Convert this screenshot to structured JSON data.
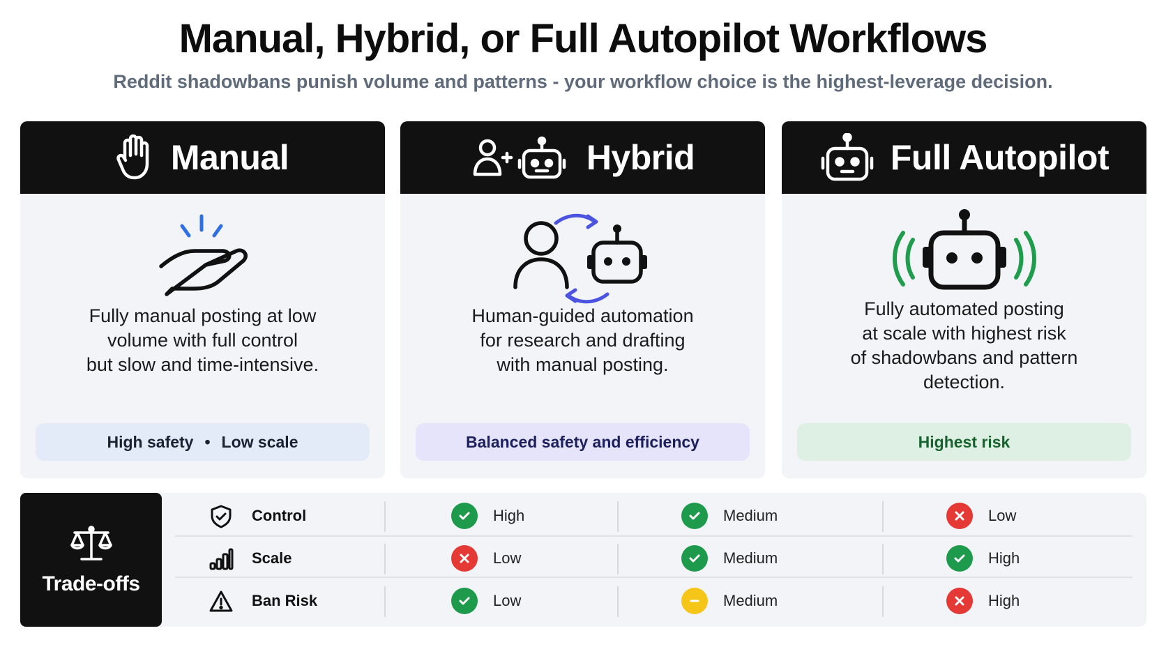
{
  "header": {
    "title": "Manual, Hybrid, or Full Autopilot Workflows",
    "subtitle": "Reddit shadowbans punish volume and patterns - your workflow choice is the highest-leverage decision."
  },
  "cards": [
    {
      "label": "Manual",
      "icon": "raised-hand-icon",
      "illustration": "open-hand-icon",
      "description": [
        "Fully manual posting at low",
        "volume with full control",
        "but slow and time-intensive."
      ],
      "pill": [
        "High safety",
        "•",
        "Low scale"
      ],
      "pill_color": "#e3ebf9"
    },
    {
      "label": "Hybrid",
      "icon": "person-plus-robot-icon",
      "illustration": "person-robot-cycle-icon",
      "description": [
        "Human-guided automation",
        "for research and drafting",
        "with manual posting."
      ],
      "pill": [
        "Balanced safety and efficiency"
      ],
      "pill_color": "#e5e4fa"
    },
    {
      "label": "Full Autopilot",
      "icon": "robot-icon",
      "illustration": "robot-broadcasting-icon",
      "description": [
        "Fully automated posting",
        "at scale with highest risk",
        "of shadowbans and pattern",
        "detection."
      ],
      "pill": [
        "Highest risk"
      ],
      "pill_color": "#ddf0e3"
    }
  ],
  "tradeoffs": {
    "label": "Trade-offs",
    "icon": "scales-icon",
    "rows": [
      {
        "label": "Control",
        "icon": "shield-check-icon",
        "cells": [
          {
            "status": "good",
            "value": "High"
          },
          {
            "status": "good",
            "value": "Medium"
          },
          {
            "status": "bad",
            "value": "Low"
          }
        ]
      },
      {
        "label": "Scale",
        "icon": "bar-chart-icon",
        "cells": [
          {
            "status": "bad",
            "value": "Low"
          },
          {
            "status": "good",
            "value": "Medium"
          },
          {
            "status": "good",
            "value": "High"
          }
        ]
      },
      {
        "label": "Ban Risk",
        "icon": "warning-triangle-icon",
        "cells": [
          {
            "status": "good",
            "value": "Low"
          },
          {
            "status": "neutral",
            "value": "Medium"
          },
          {
            "status": "bad",
            "value": "High"
          }
        ]
      }
    ]
  },
  "colors": {
    "good": "#1e9a4c",
    "bad": "#e53935",
    "neutral": "#f5c518",
    "accent_blue": "#2f6fe4",
    "accent_indigo": "#4b53e0",
    "accent_green": "#1f9d4c"
  }
}
